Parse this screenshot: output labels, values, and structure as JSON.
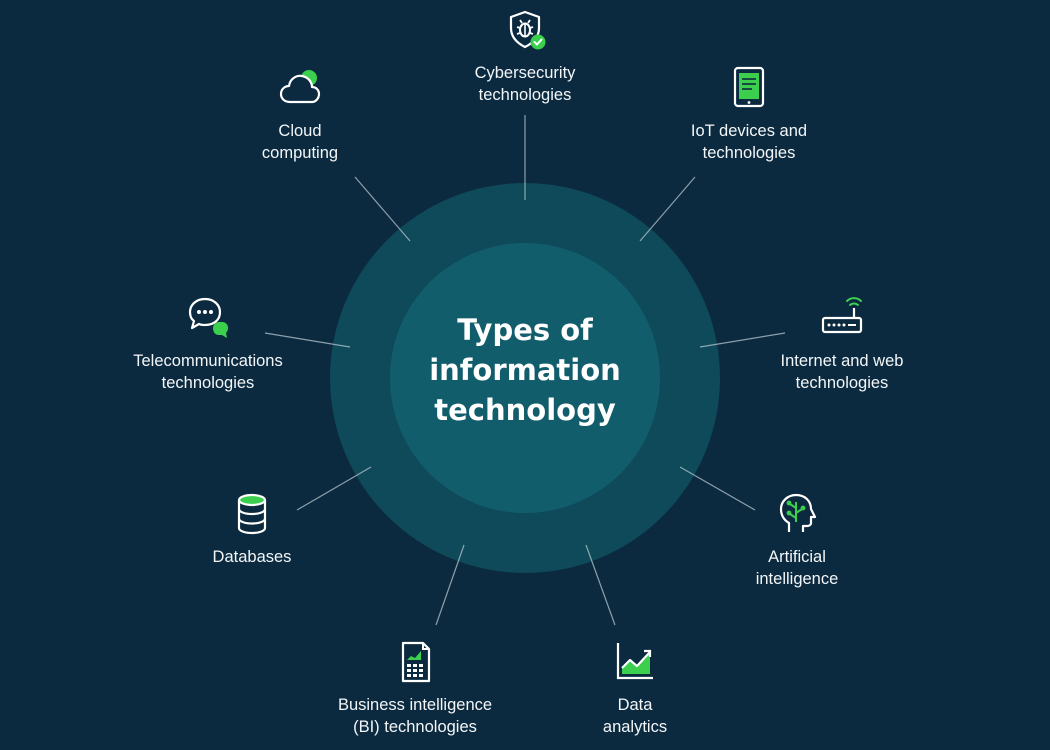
{
  "diagram": {
    "center_title_lines": [
      "Types of",
      "information",
      "technology"
    ],
    "colors": {
      "background": "#0c2a3f",
      "outer_ring": "#0e4a5a",
      "inner_disc": "#125d6c",
      "accent_green": "#3ccf4e",
      "line": "#b9c6cf"
    },
    "nodes": [
      {
        "lines": [
          "Cybersecurity",
          "technologies"
        ],
        "icon": "shield-bug-check-icon"
      },
      {
        "lines": [
          "IoT devices and",
          "technologies"
        ],
        "icon": "tablet-icon"
      },
      {
        "lines": [
          "Internet and web",
          "technologies"
        ],
        "icon": "router-icon"
      },
      {
        "lines": [
          "Artificial",
          "intelligence"
        ],
        "icon": "ai-head-icon"
      },
      {
        "lines": [
          "Data",
          "analytics"
        ],
        "icon": "line-chart-icon"
      },
      {
        "lines": [
          "Business intelligence",
          "(BI) technologies"
        ],
        "icon": "bi-report-icon"
      },
      {
        "lines": [
          "Databases"
        ],
        "icon": "database-icon"
      },
      {
        "lines": [
          "Telecommunications",
          "technologies"
        ],
        "icon": "chat-bubbles-icon"
      },
      {
        "lines": [
          "Cloud",
          "computing"
        ],
        "icon": "cloud-icon"
      }
    ]
  }
}
